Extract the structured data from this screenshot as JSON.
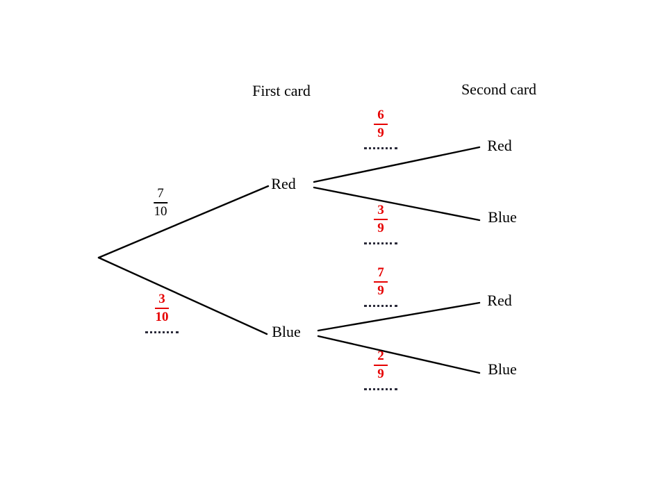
{
  "headers": {
    "first_card": "First card",
    "second_card": "Second card"
  },
  "first_level": {
    "red": {
      "label": "Red",
      "fraction": {
        "num": "7",
        "den": "10"
      }
    },
    "blue": {
      "label": "Blue",
      "fraction": {
        "num": "3",
        "den": "10"
      }
    }
  },
  "second_level": {
    "red_red": {
      "label": "Red",
      "fraction": {
        "num": "6",
        "den": "9"
      }
    },
    "red_blue": {
      "label": "Blue",
      "fraction": {
        "num": "3",
        "den": "9"
      }
    },
    "blue_red": {
      "label": "Red",
      "fraction": {
        "num": "7",
        "den": "9"
      }
    },
    "blue_blue": {
      "label": "Blue",
      "fraction": {
        "num": "2",
        "den": "9"
      }
    }
  },
  "colors": {
    "given_fraction": "#000000",
    "answer_fraction": "#e60000",
    "line": "#000000"
  }
}
